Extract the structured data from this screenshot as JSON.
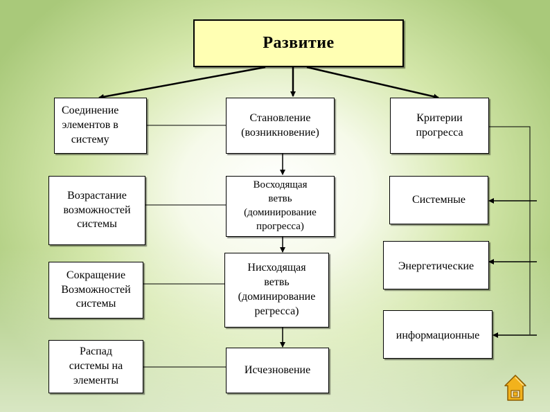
{
  "title": "Развитие",
  "left_column": [
    "Соединение\nэлементов в\nсистему",
    "Возрастание\nвозможностей\nсистемы",
    "Сокращение\nВозможностей\nсистемы",
    "Распад\nсистемы на\nэлементы"
  ],
  "middle_column": [
    "Становление\n(возникновение)",
    "Восходящая\nветвь\n(доминирование\nпрогресса)",
    "Нисходящая\nветвь\n(доминирование\nрегресса)",
    "Исчезновение"
  ],
  "right_column": [
    "Критерии\nпрогресса",
    "Системные",
    "Энергетические",
    "информационные"
  ],
  "colors": {
    "title_fill": "#ffffb3",
    "background_edge": "#a9c97a",
    "icon_fill": "#f2b21c"
  },
  "icons": [
    "home-icon"
  ]
}
